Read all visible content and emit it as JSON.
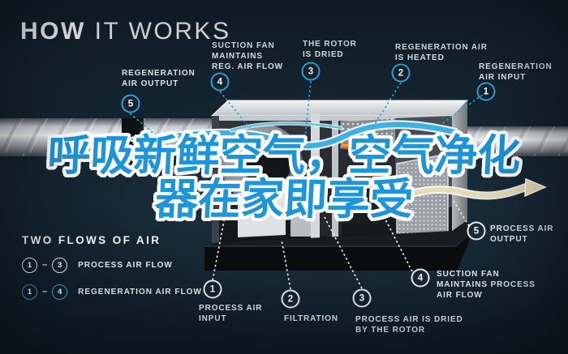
{
  "title": {
    "bold": "HOW",
    "light": " IT WORKS"
  },
  "headline": {
    "line1": "呼吸新鲜空气，空气净化",
    "line2": "器在家即享受"
  },
  "colors": {
    "background": "#13222d",
    "accent_blue": "#2fa3da",
    "headline_blue": "#1e95d9",
    "label_text": "#e4ebf0",
    "heater_orange": "#e07f20",
    "process_output_cream": "#e8dcb4"
  },
  "top_labels": [
    {
      "num": "5",
      "lines": [
        "REGENERATION",
        "AIR OUTPUT"
      ]
    },
    {
      "num": "4",
      "lines": [
        "SUCTION FAN",
        "MAINTAINS",
        "REG. AIR FLOW"
      ]
    },
    {
      "num": "3",
      "lines": [
        "THE ROTOR",
        "IS DRIED"
      ]
    },
    {
      "num": "2",
      "lines": [
        "REGENERATION AIR",
        "IS HEATED"
      ]
    },
    {
      "num": "1",
      "lines": [
        "REGENERATION",
        "AIR INPUT"
      ]
    }
  ],
  "bottom_labels": [
    {
      "num": "1",
      "lines": [
        "PROCESS AIR",
        "INPUT"
      ]
    },
    {
      "num": "2",
      "lines": [
        "FILTRATION"
      ]
    },
    {
      "num": "3",
      "lines": [
        "PROCESS AIR IS DRIED",
        "BY THE ROTOR"
      ]
    },
    {
      "num": "4",
      "lines": [
        "SUCTION FAN",
        "MAINTAINS PROCESS",
        "AIR FLOW"
      ]
    },
    {
      "num": "5",
      "lines": [
        "PROCESS AIR",
        "OUTPUT"
      ]
    }
  ],
  "legend": {
    "title": "TWO FLOWS OF AIR",
    "rows": [
      {
        "from": "1",
        "sep": "–",
        "to": "3",
        "label": "PROCESS AIR FLOW"
      },
      {
        "from": "1",
        "sep": "–",
        "to": "4",
        "label": "REGENERATION AIR FLOW"
      }
    ]
  }
}
